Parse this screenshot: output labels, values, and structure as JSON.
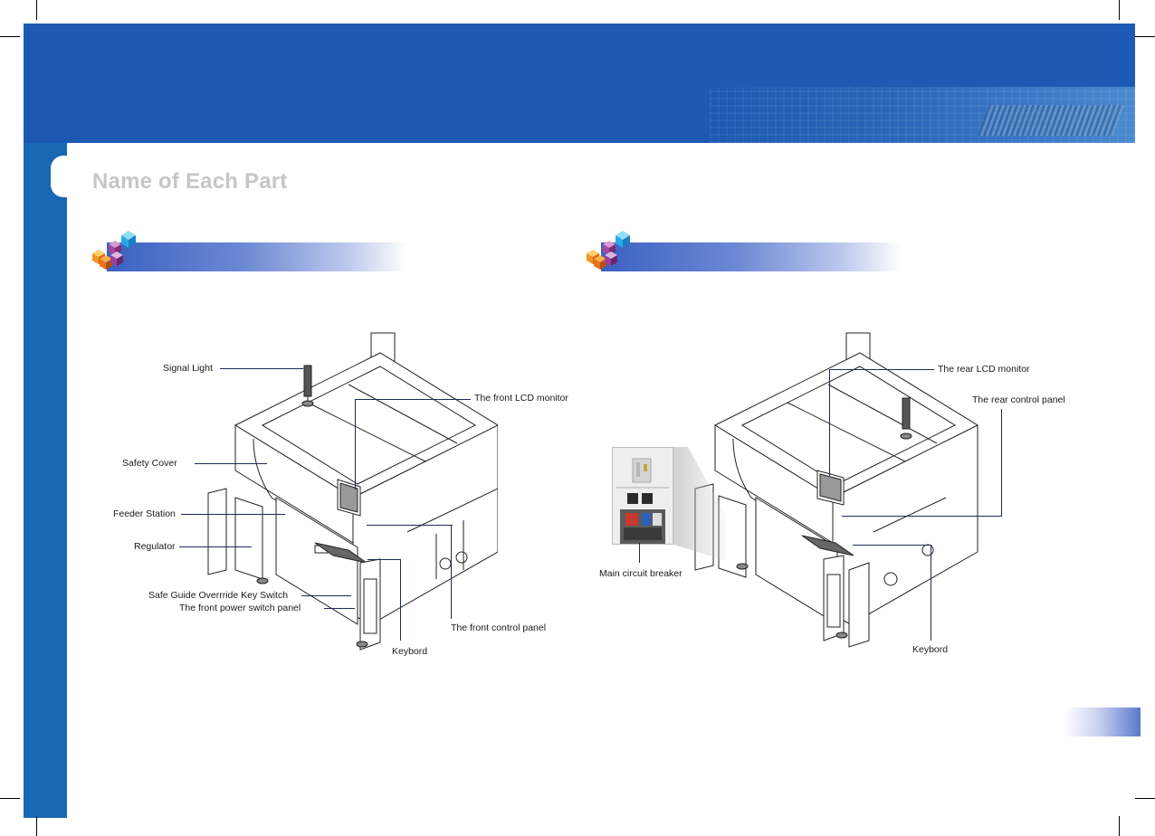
{
  "page": {
    "title": "Name of Each Part"
  },
  "colors": {
    "header_blue": "#1e5ab4",
    "side_blue": "#1868b4",
    "label_text": "#1a1a1a",
    "title_gray": "#c6c6c6",
    "leader_line": "#1f2a57"
  },
  "sections": {
    "front": {
      "labels": {
        "signal_light": "Signal Light",
        "front_lcd_monitor": "The front LCD monitor",
        "safety_cover": "Safety Cover",
        "feeder_station": "Feeder Station",
        "regulator": "Regulator",
        "safe_guide_switch": "Safe Guide Overrride Key Switch",
        "front_power_switch_panel": "The front power switch panel",
        "front_control_panel": "The front control panel",
        "keyboard": "Keybord"
      }
    },
    "rear": {
      "labels": {
        "rear_lcd_monitor": "The rear LCD monitor",
        "rear_control_panel": "The rear control panel",
        "main_circuit_breaker": "Main circuit breaker",
        "keyboard": "Keybord"
      }
    }
  },
  "icons": {
    "section_icon": "cube-cluster-icon"
  }
}
